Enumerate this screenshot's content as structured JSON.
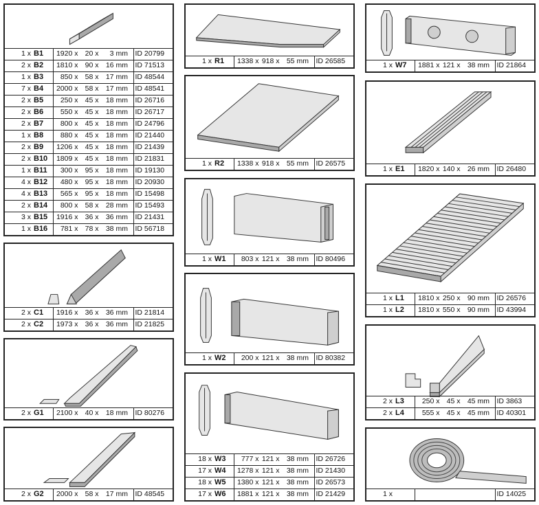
{
  "cards": {
    "b": {
      "rows": [
        {
          "qty": "1 x",
          "code": "B1",
          "l": "1920 x",
          "w": "20 x",
          "h": "3",
          "unit": "mm",
          "id": "ID 20799"
        },
        {
          "qty": "2 x",
          "code": "B2",
          "l": "1810 x",
          "w": "90 x",
          "h": "16",
          "unit": "mm",
          "id": "ID 71513"
        },
        {
          "qty": "1 x",
          "code": "B3",
          "l": "850 x",
          "w": "58 x",
          "h": "17",
          "unit": "mm",
          "id": "ID 48544"
        },
        {
          "qty": "7 x",
          "code": "B4",
          "l": "2000 x",
          "w": "58 x",
          "h": "17",
          "unit": "mm",
          "id": "ID 48541"
        },
        {
          "qty": "2 x",
          "code": "B5",
          "l": "250 x",
          "w": "45 x",
          "h": "18",
          "unit": "mm",
          "id": "ID 26716"
        },
        {
          "qty": "2 x",
          "code": "B6",
          "l": "550 x",
          "w": "45 x",
          "h": "18",
          "unit": "mm",
          "id": "ID 26717"
        },
        {
          "qty": "2 x",
          "code": "B7",
          "l": "800 x",
          "w": "45 x",
          "h": "18",
          "unit": "mm",
          "id": "ID 24796"
        },
        {
          "qty": "1 x",
          "code": "B8",
          "l": "880 x",
          "w": "45 x",
          "h": "18",
          "unit": "mm",
          "id": "ID 21440"
        },
        {
          "qty": "2 x",
          "code": "B9",
          "l": "1206 x",
          "w": "45 x",
          "h": "18",
          "unit": "mm",
          "id": "ID 21439"
        },
        {
          "qty": "2 x",
          "code": "B10",
          "l": "1809 x",
          "w": "45 x",
          "h": "18",
          "unit": "mm",
          "id": "ID 21831"
        },
        {
          "qty": "1 x",
          "code": "B11",
          "l": "300 x",
          "w": "95 x",
          "h": "18",
          "unit": "mm",
          "id": "ID 19130"
        },
        {
          "qty": "4 x",
          "code": "B12",
          "l": "480 x",
          "w": "95 x",
          "h": "18",
          "unit": "mm",
          "id": "ID 20930"
        },
        {
          "qty": "4 x",
          "code": "B13",
          "l": "565 x",
          "w": "95 x",
          "h": "18",
          "unit": "mm",
          "id": "ID 15498"
        },
        {
          "qty": "2 x",
          "code": "B14",
          "l": "800 x",
          "w": "58 x",
          "h": "28",
          "unit": "mm",
          "id": "ID 15493"
        },
        {
          "qty": "3 x",
          "code": "B15",
          "l": "1916 x",
          "w": "36 x",
          "h": "36",
          "unit": "mm",
          "id": "ID 21431"
        },
        {
          "qty": "1 x",
          "code": "B16",
          "l": "781 x",
          "w": "78 x",
          "h": "38",
          "unit": "mm",
          "id": "ID 56718"
        }
      ]
    },
    "c": {
      "rows": [
        {
          "qty": "2 x",
          "code": "C1",
          "l": "1916 x",
          "w": "36 x",
          "h": "36",
          "unit": "mm",
          "id": "ID 21814"
        },
        {
          "qty": "2 x",
          "code": "C2",
          "l": "1973 x",
          "w": "36 x",
          "h": "36",
          "unit": "mm",
          "id": "ID 21825"
        }
      ]
    },
    "g1": {
      "rows": [
        {
          "qty": "2 x",
          "code": "G1",
          "l": "2100 x",
          "w": "40 x",
          "h": "18",
          "unit": "mm",
          "id": "ID 80276"
        }
      ]
    },
    "g2": {
      "rows": [
        {
          "qty": "2 x",
          "code": "G2",
          "l": "2000 x",
          "w": "58 x",
          "h": "17",
          "unit": "mm",
          "id": "ID 48545"
        }
      ]
    },
    "r1": {
      "rows": [
        {
          "qty": "1 x",
          "code": "R1",
          "l": "1338 x",
          "w": "918 x",
          "h": "55",
          "unit": "mm",
          "id": "ID 26585"
        }
      ]
    },
    "r2": {
      "rows": [
        {
          "qty": "1 x",
          "code": "R2",
          "l": "1338 x",
          "w": "918 x",
          "h": "55",
          "unit": "mm",
          "id": "ID 26575"
        }
      ]
    },
    "w1": {
      "rows": [
        {
          "qty": "1 x",
          "code": "W1",
          "l": "803 x",
          "w": "121 x",
          "h": "38",
          "unit": "mm",
          "id": "ID 80496"
        }
      ]
    },
    "w2": {
      "rows": [
        {
          "qty": "1 x",
          "code": "W2",
          "l": "200 x",
          "w": "121 x",
          "h": "38",
          "unit": "mm",
          "id": "ID 80382"
        }
      ]
    },
    "w3": {
      "rows": [
        {
          "qty": "18 x",
          "code": "W3",
          "l": "777 x",
          "w": "121 x",
          "h": "38",
          "unit": "mm",
          "id": "ID 26726"
        },
        {
          "qty": "17 x",
          "code": "W4",
          "l": "1278 x",
          "w": "121 x",
          "h": "38",
          "unit": "mm",
          "id": "ID 21430"
        },
        {
          "qty": "18 x",
          "code": "W5",
          "l": "1380 x",
          "w": "121 x",
          "h": "38",
          "unit": "mm",
          "id": "ID 26573"
        },
        {
          "qty": "17 x",
          "code": "W6",
          "l": "1881 x",
          "w": "121 x",
          "h": "38",
          "unit": "mm",
          "id": "ID 21429"
        }
      ]
    },
    "w7": {
      "rows": [
        {
          "qty": "1 x",
          "code": "W7",
          "l": "1881 x",
          "w": "121 x",
          "h": "38",
          "unit": "mm",
          "id": "ID 21864"
        }
      ]
    },
    "e1": {
      "rows": [
        {
          "qty": "1 x",
          "code": "E1",
          "l": "1820 x",
          "w": "140 x",
          "h": "26",
          "unit": "mm",
          "id": "ID 26480"
        }
      ]
    },
    "l1": {
      "rows": [
        {
          "qty": "1 x",
          "code": "L1",
          "l": "1810 x",
          "w": "250 x",
          "h": "90",
          "unit": "mm",
          "id": "ID 26576"
        },
        {
          "qty": "1 x",
          "code": "L2",
          "l": "1810 x",
          "w": "550 x",
          "h": "90",
          "unit": "mm",
          "id": "ID 43994"
        }
      ]
    },
    "l3": {
      "rows": [
        {
          "qty": "2 x",
          "code": "L3",
          "l": "250 x",
          "w": "45 x",
          "h": "45",
          "unit": "mm",
          "id": "ID 3863"
        },
        {
          "qty": "2 x",
          "code": "L4",
          "l": "555 x",
          "w": "45 x",
          "h": "45",
          "unit": "mm",
          "id": "ID 40301"
        }
      ]
    },
    "tape": {
      "rows": [
        {
          "qty": "1 x",
          "code": "",
          "l": "",
          "w": "",
          "h": "",
          "unit": "",
          "id": "ID 14025"
        }
      ]
    }
  }
}
